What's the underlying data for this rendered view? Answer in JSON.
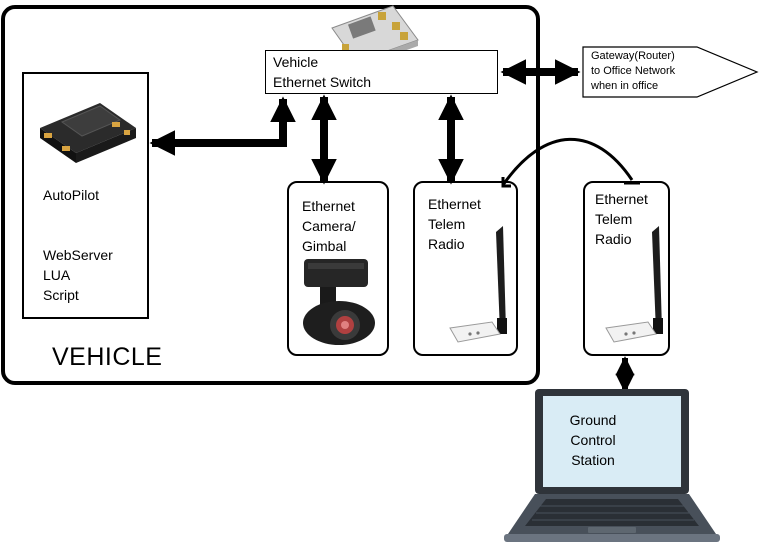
{
  "vehicle": {
    "label": "VEHICLE"
  },
  "switch": {
    "label": "Vehicle\nEthernet Switch"
  },
  "gateway": {
    "label": "Gateway(Router)\nto Office Network\nwhen in office"
  },
  "autopilot": {
    "label": "AutoPilot",
    "script_label": "WebServer\nLUA\nScript"
  },
  "camera": {
    "label": "Ethernet\nCamera/\nGimbal"
  },
  "vehicle_radio": {
    "label": "Ethernet\nTelem\nRadio"
  },
  "ground_radio": {
    "label": "Ethernet\nTelem\nRadio"
  },
  "gcs": {
    "label": "Ground\nControl\nStation"
  }
}
